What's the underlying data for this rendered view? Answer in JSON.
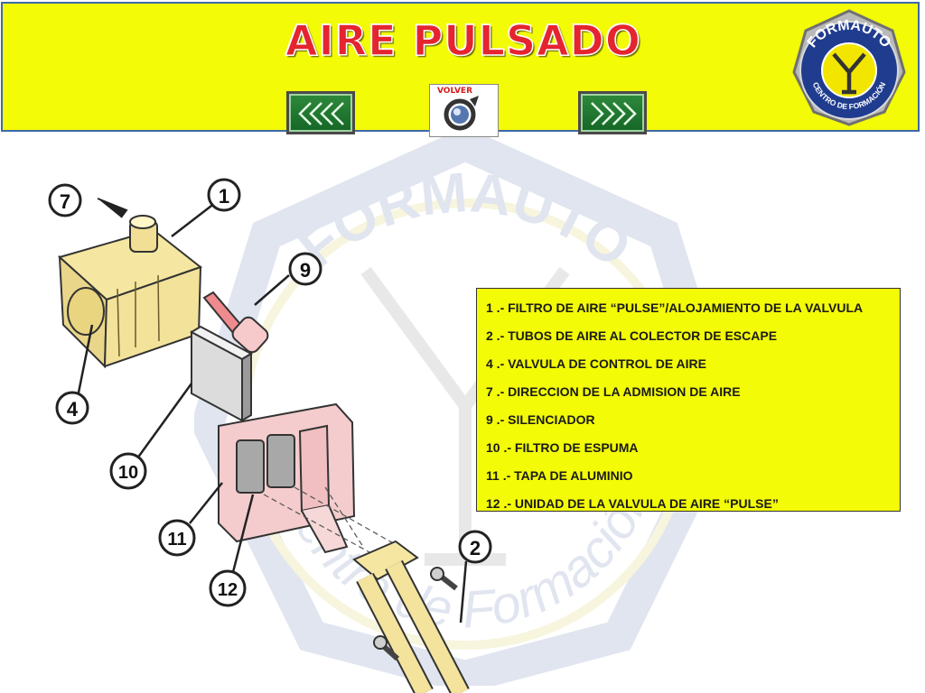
{
  "header": {
    "title": "AIRE PULSADO",
    "volver_label": "VOLVER",
    "logo": {
      "top_text": "FORMAUTO",
      "bottom_text": "CENTRO DE FORMACIÓN"
    },
    "colors": {
      "background": "#f3fb06",
      "title": "#e4242f",
      "nav_button": "#1f7a2e"
    }
  },
  "navigation": {
    "prev_icon": "rewind-arrows-icon",
    "next_icon": "forward-arrows-icon"
  },
  "watermark": {
    "top_text": "FORMAUTO",
    "bottom_text": "Centro de Formación"
  },
  "diagram": {
    "callouts": [
      "7",
      "1",
      "9",
      "4",
      "10",
      "11",
      "12",
      "2"
    ]
  },
  "legend": [
    "1 .-  FILTRO DE AIRE “PULSE”/ALOJAMIENTO DE LA VALVULA",
    "2 .-  TUBOS DE AIRE AL COLECTOR DE ESCAPE",
    "4 .-  VALVULA DE CONTROL DE AIRE",
    "7 .-  DIRECCION DE LA ADMISION DE AIRE",
    "9 .-  SILENCIADOR",
    "10 .-  FILTRO DE ESPUMA",
    "11 .- TAPA DE ALUMINIO",
    "12 .- UNIDAD DE LA VALVULA DE AIRE “PULSE”"
  ]
}
